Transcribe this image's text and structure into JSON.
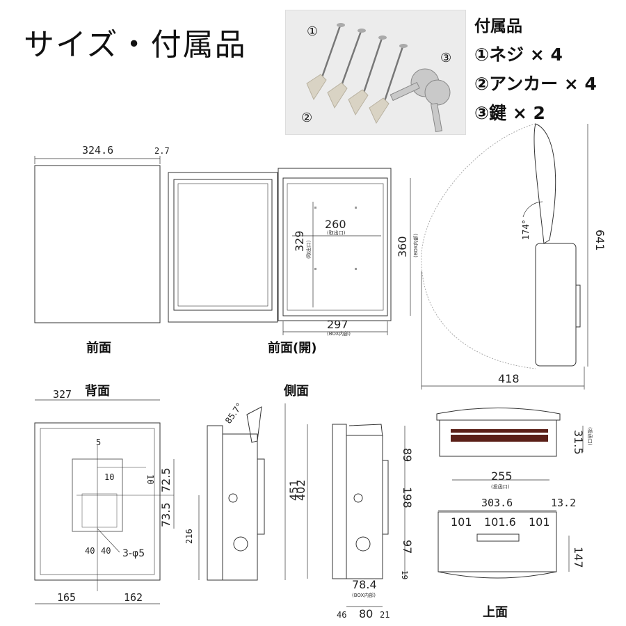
{
  "title": "サイズ・付属品",
  "accessories": {
    "heading": "付属品",
    "items": [
      "①ネジ × 4",
      "②アンカー × 4",
      "③鍵 × 2"
    ],
    "photo_markers": [
      "①",
      "②",
      "③"
    ]
  },
  "views": {
    "front": "前面",
    "front_open": "前面(開)",
    "back": "背面",
    "side": "側面",
    "top": "上面"
  },
  "dims": {
    "front_w": "324.6",
    "front_lip": "2.7",
    "open_260": "260",
    "open_260_sub": "(取出口)",
    "open_329": "329",
    "open_329_sub": "(取出口)",
    "open_360": "360",
    "open_360_sub": "(BOX内部)",
    "open_297": "297",
    "open_297_sub": "(BOX内部)",
    "angle_174": "174°",
    "h_641": "641",
    "d_418": "418",
    "back_w": "327",
    "back_5": "5",
    "back_10a": "10",
    "back_10b": "10",
    "back_725": "72.5",
    "back_735": "73.5",
    "back_216": "216",
    "back_40a": "40",
    "back_40b": "40",
    "back_holes": "3-φ5",
    "back_165": "165",
    "back_162": "162",
    "side_angle": "85.7°",
    "side_451": "451",
    "side_402": "402",
    "side_89": "89",
    "side_198": "198",
    "side_97": "97",
    "side_19": "19",
    "side_784": "78.4",
    "side_784_sub": "(BOX内部)",
    "side_46": "46",
    "side_80": "80",
    "side_21": "21",
    "top_315": "31.5",
    "top_315_sub": "(投函口)",
    "top_255": "255",
    "top_255_sub": "(投函口)",
    "top_3036": "303.6",
    "top_132": "13.2",
    "top_101a": "101",
    "top_1016": "101.6",
    "top_101b": "101",
    "top_147": "147"
  },
  "colors": {
    "line": "#333333",
    "photo_bg": "#ececec",
    "slot_dark": "#5a1f17"
  }
}
